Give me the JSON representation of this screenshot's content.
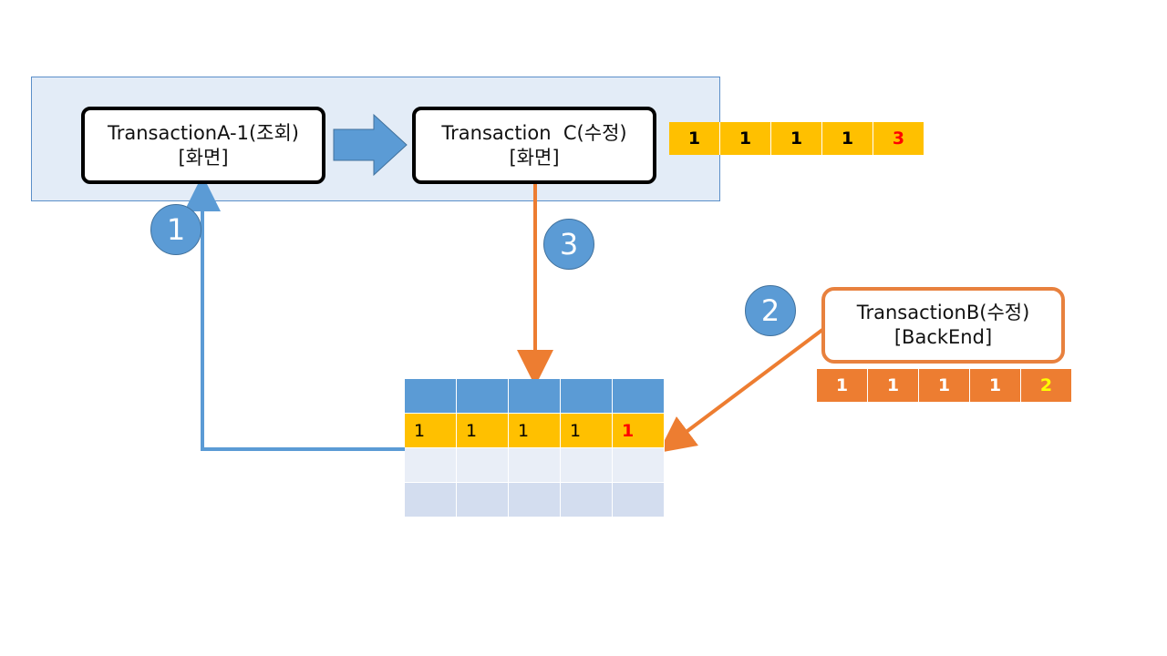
{
  "transaction_a": {
    "line1": "TransactionA-1(조회)",
    "line2": "[화면]"
  },
  "transaction_c": {
    "line1": "Transaction  C(수정)",
    "line2": "[화면]"
  },
  "transaction_b": {
    "line1": "TransactionB(수정)",
    "line2": "[BackEnd]"
  },
  "row_c_values": [
    "1",
    "1",
    "1",
    "1",
    "3"
  ],
  "row_b_values": [
    "1",
    "1",
    "1",
    "1",
    "2"
  ],
  "table_row_values": [
    "1",
    "1",
    "1",
    "1",
    "1"
  ],
  "steps": {
    "one": "1",
    "two": "2",
    "three": "3"
  },
  "colors": {
    "blue": "#5b9bd5",
    "orange": "#ed7d31",
    "gold": "#ffc000",
    "panel": "#e3ecf7",
    "highlight_red": "#ff0000",
    "highlight_yellow": "#ffff00"
  }
}
